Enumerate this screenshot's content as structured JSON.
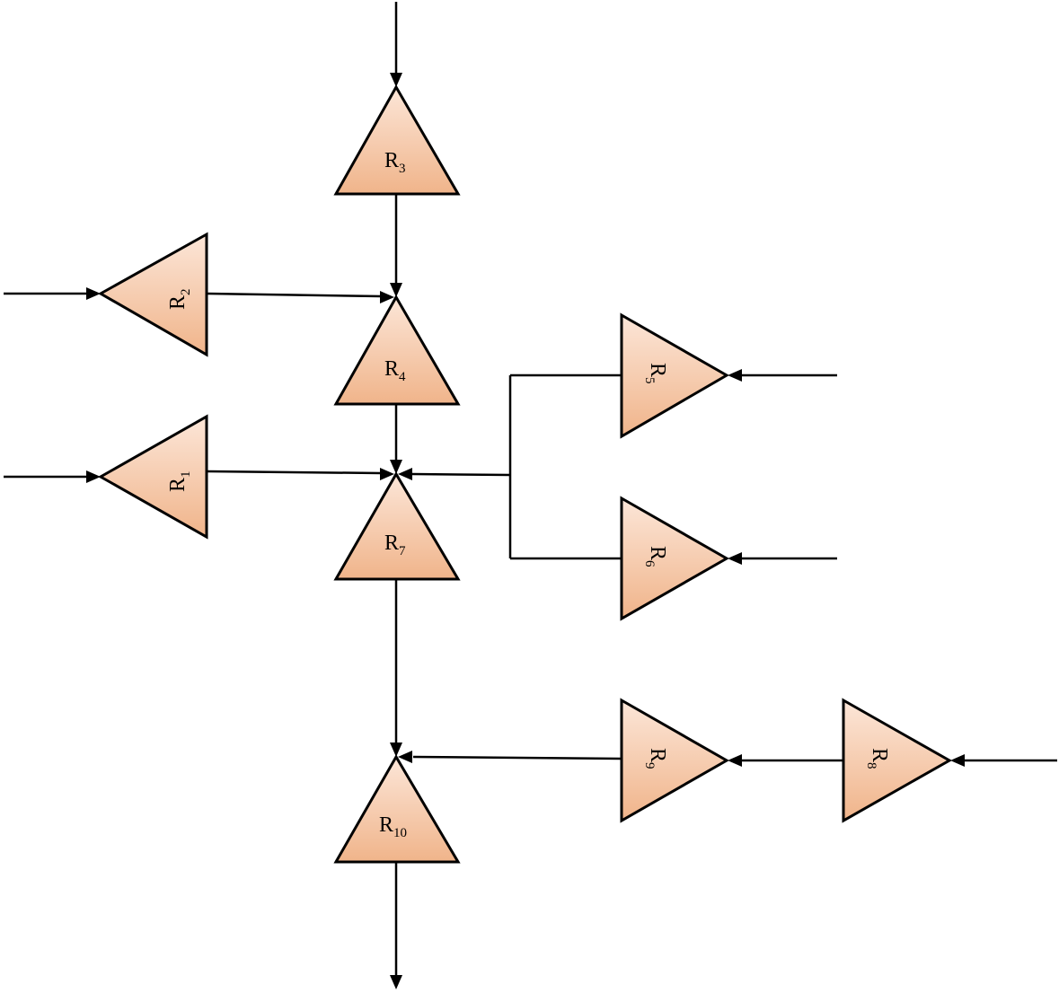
{
  "colors": {
    "fill_light": "#fce6d8",
    "fill_dark": "#f0b48a",
    "stroke": "#000000"
  },
  "nodes": [
    {
      "id": "R3",
      "base": "R",
      "sub": "3",
      "direction": "down"
    },
    {
      "id": "R2",
      "base": "R",
      "sub": "2",
      "direction": "left"
    },
    {
      "id": "R4",
      "base": "R",
      "sub": "4",
      "direction": "down"
    },
    {
      "id": "R1",
      "base": "R",
      "sub": "1",
      "direction": "left"
    },
    {
      "id": "R7",
      "base": "R",
      "sub": "7",
      "direction": "down"
    },
    {
      "id": "R5",
      "base": "R",
      "sub": "5",
      "direction": "right"
    },
    {
      "id": "R6",
      "base": "R",
      "sub": "6",
      "direction": "right"
    },
    {
      "id": "R9",
      "base": "R",
      "sub": "9",
      "direction": "right"
    },
    {
      "id": "R8",
      "base": "R",
      "sub": "8",
      "direction": "right"
    },
    {
      "id": "R10",
      "base": "R",
      "sub": "10",
      "direction": "down"
    }
  ],
  "edges": [
    {
      "from": "external",
      "to": "R3"
    },
    {
      "from": "R3",
      "to": "R4"
    },
    {
      "from": "external",
      "to": "R2"
    },
    {
      "from": "R2",
      "to": "R4"
    },
    {
      "from": "R4",
      "to": "R7"
    },
    {
      "from": "external",
      "to": "R1"
    },
    {
      "from": "R1",
      "to": "R7"
    },
    {
      "from": "external",
      "to": "R5"
    },
    {
      "from": "external",
      "to": "R6"
    },
    {
      "from": "R5",
      "to": "R7"
    },
    {
      "from": "R6",
      "to": "R7"
    },
    {
      "from": "R7",
      "to": "R10"
    },
    {
      "from": "external",
      "to": "R8"
    },
    {
      "from": "R8",
      "to": "R9"
    },
    {
      "from": "R9",
      "to": "R10"
    },
    {
      "from": "R10",
      "to": "external"
    }
  ]
}
